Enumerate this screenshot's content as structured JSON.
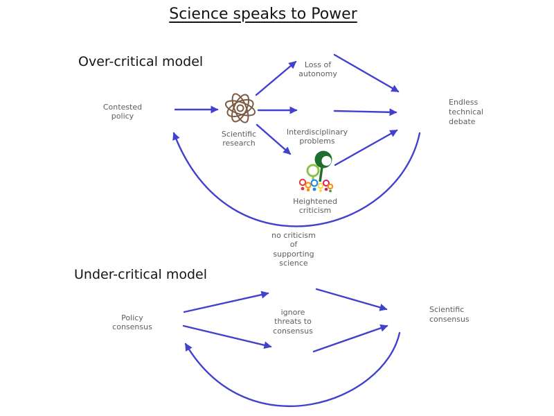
{
  "title": "Science speaks to Power",
  "colors": {
    "arrow": "#4141cd",
    "label_text": "#5d5d5d",
    "heading_text": "#141414",
    "atom_icon": "#7d5b43",
    "crowd_dark_green": "#1e6f2d",
    "crowd_light_green": "#8bc34a"
  },
  "over_model": {
    "heading": "Over-critical model",
    "nodes": {
      "contested_policy": "Contested\npolicy",
      "scientific_research": "Scientific\nresearch",
      "loss_of_autonomy": "Loss of\nautonomy",
      "interdisciplinary_problems": "Interdisciplinary\nproblems",
      "heightened_criticism": "Heightened\ncriticism",
      "endless_technical_debate": "Endless\ntechnical\ndebate",
      "feedback_note": "no criticism\nof\nsupporting\nscience"
    },
    "icons": {
      "scientific_research": "atom-icon",
      "heightened_criticism": "crowd-icon"
    },
    "edges": [
      {
        "from": "Contested policy",
        "to": "Scientific research"
      },
      {
        "from": "Scientific research",
        "to": "Loss of autonomy"
      },
      {
        "from": "Scientific research",
        "to": "Interdisciplinary problems"
      },
      {
        "from": "Scientific research",
        "to": "Heightened criticism"
      },
      {
        "from": "Loss of autonomy",
        "to": "Endless technical debate"
      },
      {
        "from": "Interdisciplinary problems",
        "to": "Endless technical debate"
      },
      {
        "from": "Heightened criticism",
        "to": "Endless technical debate"
      },
      {
        "from": "Endless technical debate",
        "to": "Contested policy",
        "style": "curved",
        "label": "no criticism of supporting science"
      }
    ]
  },
  "under_model": {
    "heading": "Under-critical model",
    "nodes": {
      "policy_consensus": "Policy\nconsensus",
      "ignore_threats": "ignore\nthreats to\nconsensus",
      "scientific_consensus": "Scientific\nconsensus"
    },
    "edges": [
      {
        "from": "Policy consensus",
        "to": "Scientific consensus",
        "via": "upper path"
      },
      {
        "from": "Policy consensus",
        "to": "Scientific consensus",
        "via": "lower path",
        "label": "ignore threats to consensus"
      },
      {
        "from": "Scientific consensus",
        "to": "Policy consensus",
        "style": "curved"
      }
    ]
  }
}
